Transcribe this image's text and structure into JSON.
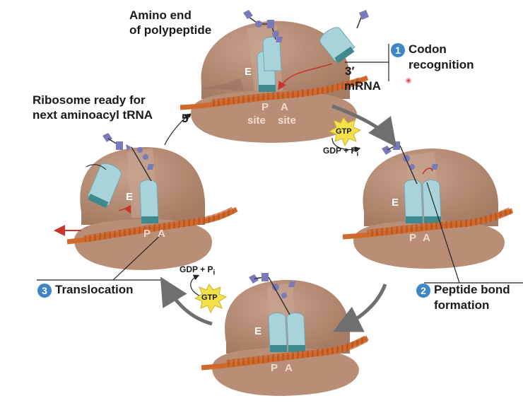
{
  "labels": {
    "amino_end_line1": "Amino end",
    "amino_end_line2": "of polypeptide",
    "ribosome_ready_line1": "Ribosome ready for",
    "ribosome_ready_line2": "next aminoacyl tRNA",
    "five_prime": "5′",
    "three_prime": "3′",
    "mrna": "mRNA",
    "p_site_letter": "P",
    "a_site_letter": "A",
    "site_word": "site",
    "e_site": "E",
    "gtp": "GTP",
    "gdp_pi": "GDP + P",
    "pi_sub": "i"
  },
  "steps": [
    {
      "number": "1",
      "line1": "Codon",
      "line2": "recognition"
    },
    {
      "number": "2",
      "line1": "Peptide bond",
      "line2": "formation"
    },
    {
      "number": "3",
      "line1": "Translocation",
      "line2": ""
    }
  ],
  "colors": {
    "ribosome": "#b98e76",
    "ribosome_dark": "#8c6552",
    "trna": "#a9d3da",
    "mrna": "#d2692c",
    "amino_acid": "#7a79b9",
    "gtp_burst": "#f4e14a",
    "step_badge": "#3e86c6",
    "cycle_arrow": "#6f6f6f"
  }
}
